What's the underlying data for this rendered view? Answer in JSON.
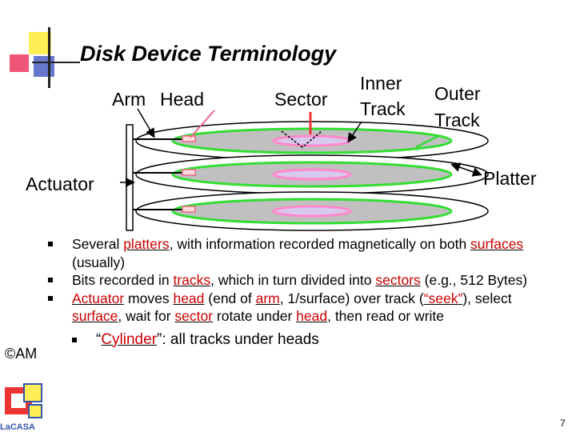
{
  "slide": {
    "title": "Disk Device Terminology",
    "labels": {
      "arm": "Arm",
      "head": "Head",
      "sector": "Sector",
      "inner_1": "Inner",
      "inner_2": "Track",
      "outer_1": "Outer",
      "outer_2": "Track",
      "actuator": "Actuator",
      "platter": "Platter"
    },
    "bullets": [
      {
        "parts": [
          {
            "t": "Several "
          },
          {
            "t": "platters",
            "u": true
          },
          {
            "t": ", with information recorded magnetically on both "
          },
          {
            "t": "surfaces",
            "u": true
          },
          {
            "t": " (usually)"
          }
        ]
      },
      {
        "parts": [
          {
            "t": "Bits recorded in "
          },
          {
            "t": "tracks",
            "u": true
          },
          {
            "t": ", which in turn divided into "
          },
          {
            "t": "sectors",
            "u": true
          },
          {
            "t": " (e.g., 512 Bytes)"
          }
        ]
      },
      {
        "parts": [
          {
            "t": "Actuator",
            "u": true
          },
          {
            "t": " moves "
          },
          {
            "t": "head",
            "u": true
          },
          {
            "t": " (end of "
          },
          {
            "t": "arm",
            "u": true
          },
          {
            "t": ", 1/surface) over track ("
          },
          {
            "t": "“seek”",
            "u": true
          },
          {
            "t": "), select "
          },
          {
            "t": "surface",
            "u": true
          },
          {
            "t": ", wait for "
          },
          {
            "t": "sector",
            "u": true
          },
          {
            "t": " rotate under "
          },
          {
            "t": "head",
            "u": true
          },
          {
            "t": ", then read or write"
          }
        ]
      }
    ],
    "sub_bullet": {
      "parts": [
        {
          "t": "“"
        },
        {
          "t": "Cylinder",
          "u": true
        },
        {
          "t": "”: all tracks under heads"
        }
      ]
    },
    "copyright": "©AM",
    "logo_text": "LaCASA",
    "page_number": "7"
  },
  "colors": {
    "accent_red": "#cc0000",
    "track_green": "#33dd33",
    "platter_gray": "#c0c0c0",
    "sector_pink": "#ff88cc",
    "head_pink": "#ee6688",
    "logo_yellow": "#ffee55",
    "logo_red": "#ee3333",
    "logo_blue": "#3355aa"
  }
}
